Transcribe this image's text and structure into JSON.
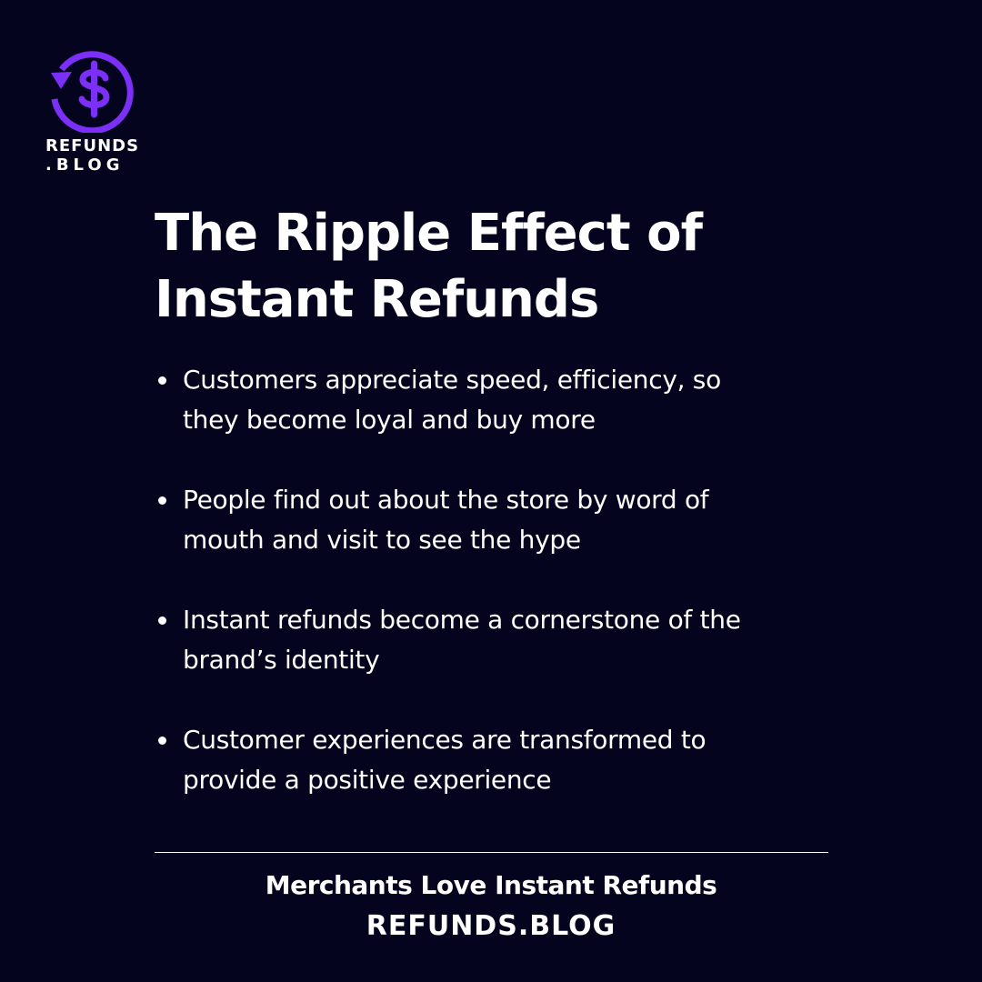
{
  "brand": {
    "logo_line1": "REFUNDS",
    "logo_line2": ".BLOG",
    "logo_icon": "dollar-refund-icon",
    "accent_color": "#7b2ff7"
  },
  "title": {
    "line1": "The Ripple Effect of",
    "line2": "Instant Refunds"
  },
  "bullets": [
    {
      "line1": "Customers appreciate speed, efficiency, so",
      "line2": "they become loyal and buy more"
    },
    {
      "line1": "People find out about the store by word of",
      "line2": "mouth and visit to see the hype"
    },
    {
      "line1": "Instant refunds become a cornerstone of the",
      "line2": "brand’s identity"
    },
    {
      "line1": "Customer experiences are transformed to",
      "line2": "provide a positive experience"
    }
  ],
  "footer": {
    "tagline": "Merchants Love Instant Refunds",
    "site": "REFUNDS.BLOG"
  },
  "colors": {
    "background": "#05041f",
    "text": "#ffffff"
  }
}
